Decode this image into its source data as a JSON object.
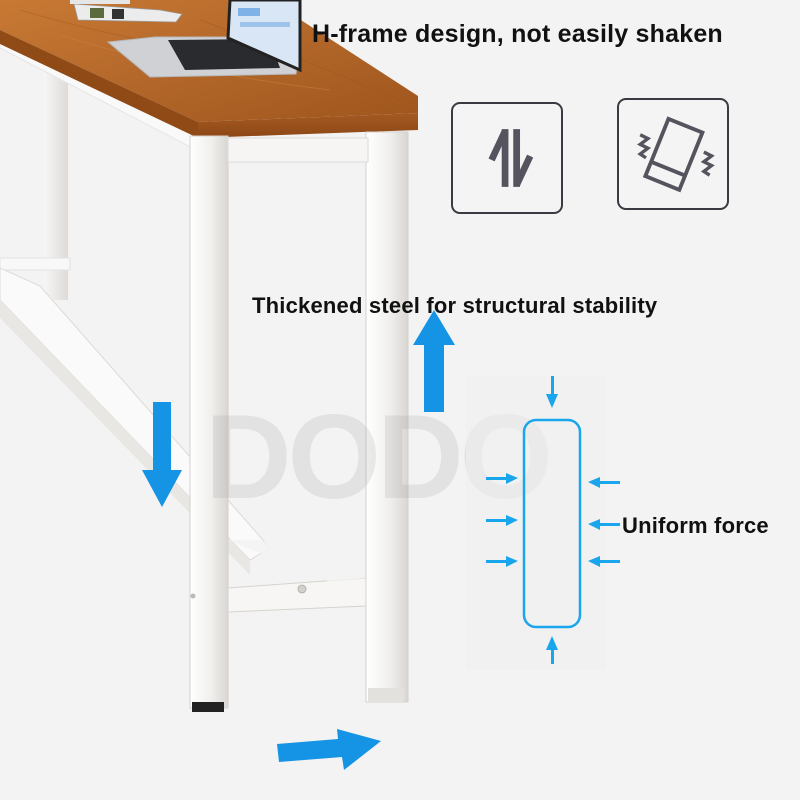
{
  "headlines": {
    "title": "H-frame design, not easily shaken",
    "steel": "Thickened steel for structural stability",
    "force": "Uniform force"
  },
  "watermark": "DODO",
  "icons": [
    {
      "name": "up-down-arrows-icon",
      "meaning": "vertical load support"
    },
    {
      "name": "shaking-device-icon",
      "meaning": "resistance to shaking"
    }
  ],
  "colors": {
    "background": "#f3f3f3",
    "accent_blue": "#1593e4",
    "diagram_blue": "#1aa6ec",
    "wood": "#b0621f",
    "frame_white": "#f7f7f7",
    "icon_stroke": "#55535e",
    "text": "#111111"
  },
  "force_diagram": {
    "top_arrows": 1,
    "bottom_arrows": 1,
    "left_arrows": 3,
    "right_arrows": 3
  }
}
